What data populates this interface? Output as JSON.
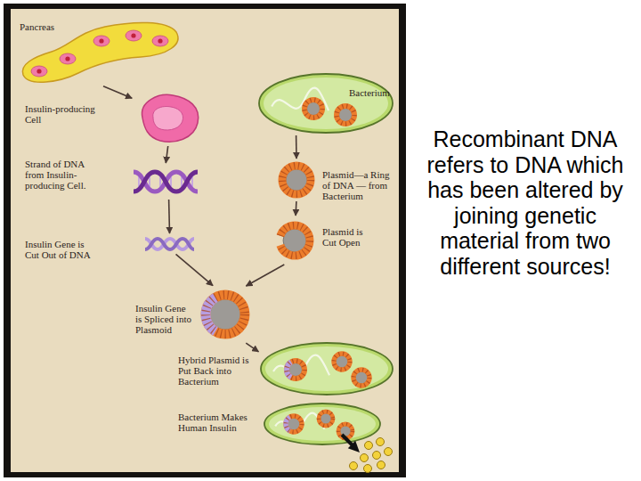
{
  "diagram": {
    "nodes": [
      {
        "text": [
          "Pancreas"
        ]
      },
      {
        "text": [
          "Insulin-producing Cell"
        ]
      },
      {
        "text": [
          "Strand of DNA from Insulin-producing Cell."
        ]
      },
      {
        "text": [
          "Insulin Gene is Cut Out of DNA"
        ]
      },
      {
        "text": [
          "Bacterium"
        ]
      },
      {
        "text": [
          "Plasmid—a Ring of DNA — from Bacterium"
        ]
      },
      {
        "text": [
          "Plasmid is Cut Open"
        ]
      },
      {
        "text": [
          "Insulin Gene is Spliced into Plasmoid"
        ]
      },
      {
        "text": [
          "Hybrid Plasmid is Put Back into Bacterium"
        ]
      },
      {
        "text": [
          "Bacterium Makes Human Insulin"
        ]
      }
    ],
    "edges": [
      {
        "from": 0,
        "to": 1,
        "arrow": "to"
      },
      {
        "from": 1,
        "to": 2,
        "arrow": "to"
      },
      {
        "from": 2,
        "to": 3,
        "arrow": "to"
      },
      {
        "from": 3,
        "to": 7,
        "arrow": "to"
      },
      {
        "from": 4,
        "to": 5,
        "arrow": "to"
      },
      {
        "from": 5,
        "to": 6,
        "arrow": "to"
      },
      {
        "from": 6,
        "to": 7,
        "arrow": "to"
      },
      {
        "from": 7,
        "to": 8,
        "arrow": "to"
      }
    ],
    "labels": [
      "Recombinant DNA refers to DNA which has been altered by joining genetic material from two different sources!"
    ]
  }
}
